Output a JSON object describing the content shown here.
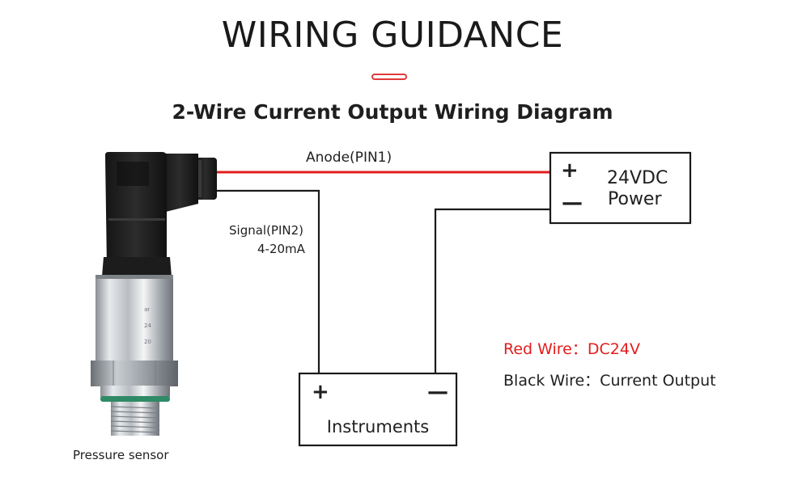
{
  "title": "WIRING GUIDANCE",
  "subtitle": "2-Wire Current Output Wiring Diagram",
  "wires": {
    "anode_label": "Anode(PIN1)",
    "signal_label": "Signal(PIN2)",
    "signal_sub_label": "4-20mA"
  },
  "power_supply": {
    "line1": "24VDC",
    "line2": "Power",
    "plus": "+",
    "minus": "—"
  },
  "instruments": {
    "label": "Instruments",
    "plus": "+",
    "minus": "—"
  },
  "legend": {
    "red_wire": "Red Wire：DC24V",
    "black_wire": "Black Wire：Current Output"
  },
  "sensor_caption": "Pressure sensor",
  "colors": {
    "accent": "#e03a3a",
    "red_wire": "#e21d1d",
    "black_wire": "#1a1a1a"
  }
}
